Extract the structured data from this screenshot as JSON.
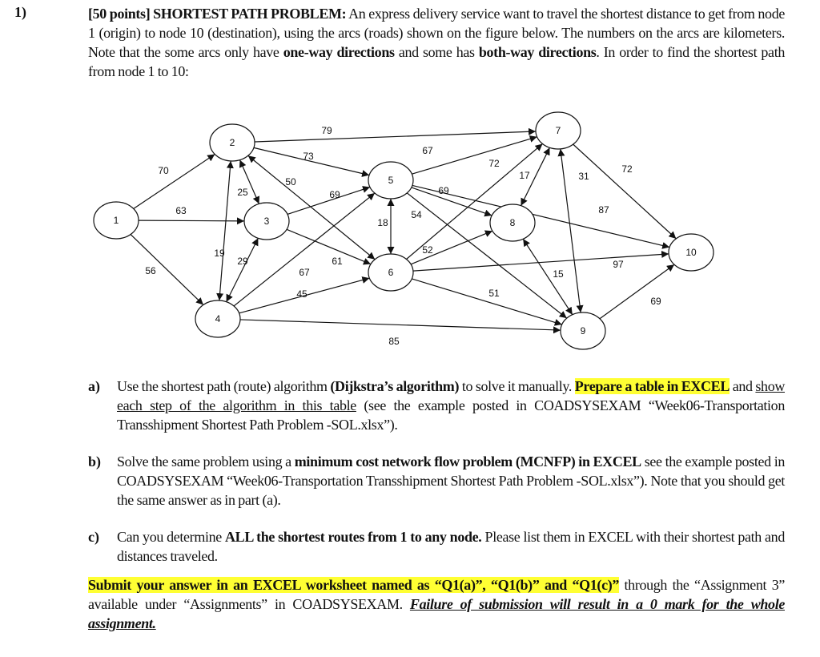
{
  "question": {
    "number": "1)",
    "runs": [
      {
        "t": "[50 points] SHORTEST PATH PROBLEM:",
        "b": true
      },
      {
        "t": " An express delivery service want to travel the shortest distance to get from node 1 (origin) to node 10 (destination), using the arcs (roads) shown on the figure below. The numbers on the arcs are kilometers. Note that the some arcs only have "
      },
      {
        "t": "one-way directions",
        "b": true
      },
      {
        "t": " and some has "
      },
      {
        "t": "both-way directions",
        "b": true
      },
      {
        "t": ". In order to find the shortest path from node 1 to 10:"
      }
    ]
  },
  "network": {
    "nodes": [
      "1",
      "2",
      "3",
      "4",
      "5",
      "6",
      "7",
      "8",
      "9",
      "10"
    ],
    "arcs": [
      {
        "from": "1",
        "to": "2",
        "km": "70",
        "dir": "one-way"
      },
      {
        "from": "1",
        "to": "3",
        "km": "63",
        "dir": "one-way"
      },
      {
        "from": "1",
        "to": "4",
        "km": "56",
        "dir": "one-way"
      },
      {
        "from": "2",
        "to": "7",
        "km": "79",
        "dir": "one-way"
      },
      {
        "from": "2",
        "to": "5",
        "km": "73",
        "dir": "one-way"
      },
      {
        "from": "2",
        "to": "3",
        "km": "25",
        "dir": "both-way"
      },
      {
        "from": "2",
        "to": "4",
        "km": "19",
        "dir": "both-way"
      },
      {
        "from": "2",
        "to": "6",
        "km": "50",
        "dir": "both-way"
      },
      {
        "from": "3",
        "to": "5",
        "km": "69",
        "dir": "one-way"
      },
      {
        "from": "3",
        "to": "6",
        "km": "61",
        "dir": "one-way"
      },
      {
        "from": "3",
        "to": "4",
        "km": "29",
        "dir": "both-way"
      },
      {
        "from": "4",
        "to": "5",
        "km": "67",
        "dir": "one-way"
      },
      {
        "from": "4",
        "to": "6",
        "km": "45",
        "dir": "one-way"
      },
      {
        "from": "4",
        "to": "9",
        "km": "85",
        "dir": "one-way"
      },
      {
        "from": "5",
        "to": "7",
        "km": "67",
        "dir": "one-way"
      },
      {
        "from": "5",
        "to": "8",
        "km": "69",
        "dir": "one-way"
      },
      {
        "from": "5",
        "to": "10",
        "km": "87",
        "dir": "one-way"
      },
      {
        "from": "5",
        "to": "6",
        "km": "18",
        "dir": "both-way"
      },
      {
        "from": "5",
        "to": "9",
        "km": "54",
        "dir": "one-way"
      },
      {
        "from": "6",
        "to": "7",
        "km": "72",
        "dir": "one-way"
      },
      {
        "from": "6",
        "to": "8",
        "km": "52",
        "dir": "one-way"
      },
      {
        "from": "6",
        "to": "10",
        "km": "97",
        "dir": "one-way"
      },
      {
        "from": "6",
        "to": "9",
        "km": "51",
        "dir": "one-way"
      },
      {
        "from": "7",
        "to": "8",
        "km": "17",
        "dir": "both-way"
      },
      {
        "from": "7",
        "to": "9",
        "km": "31",
        "dir": "both-way"
      },
      {
        "from": "7",
        "to": "10",
        "km": "72",
        "dir": "one-way"
      },
      {
        "from": "8",
        "to": "9",
        "km": "15",
        "dir": "both-way"
      },
      {
        "from": "9",
        "to": "10",
        "km": "69",
        "dir": "one-way"
      }
    ]
  },
  "parts": [
    {
      "label": "a)",
      "runs": [
        {
          "t": "Use the shortest path (route) algorithm "
        },
        {
          "t": "(Dijkstra’s algorithm)",
          "b": true
        },
        {
          "t": " to solve it manually. "
        },
        {
          "t": "Prepare a table in EXCEL",
          "b": true,
          "hl": true
        },
        {
          "t": " and "
        },
        {
          "t": "show each step of the algorithm in this table",
          "u": true
        },
        {
          "t": " (see the example posted in COADSYSEXAM “Week06-Transportation Transshipment Shortest Path Problem -SOL.xlsx”)."
        }
      ]
    },
    {
      "label": "b)",
      "runs": [
        {
          "t": "Solve the same problem using a "
        },
        {
          "t": "minimum cost network flow problem (MCNFP) in EXCEL",
          "b": true
        },
        {
          "t": " see the example posted in COADSYSEXAM “Week06-Transportation Transshipment Shortest Path Problem -SOL.xlsx”). Note that you should get the same answer as in part (a)."
        }
      ]
    },
    {
      "label": "c)",
      "runs": [
        {
          "t": "Can you determine "
        },
        {
          "t": "ALL the shortest routes from 1 to any node.",
          "b": true
        },
        {
          "t": " Please list them in EXCEL with their shortest path and distances traveled."
        }
      ]
    }
  ],
  "submission": {
    "runs": [
      {
        "t": "Submit your answer in an EXCEL worksheet named as “Q1(a)”, “Q1(b)” and “Q1(c)”",
        "b": true,
        "hl": true
      },
      {
        "t": "  through the “Assignment 3” available under “Assignments” in COADSYSEXAM. "
      },
      {
        "t": "Failure of submission will result in a 0 mark for the whole assignment.",
        "b": true,
        "i": true,
        "u": true
      }
    ]
  },
  "colors": {
    "highlight": "#ffff33",
    "ink": "#111111"
  }
}
